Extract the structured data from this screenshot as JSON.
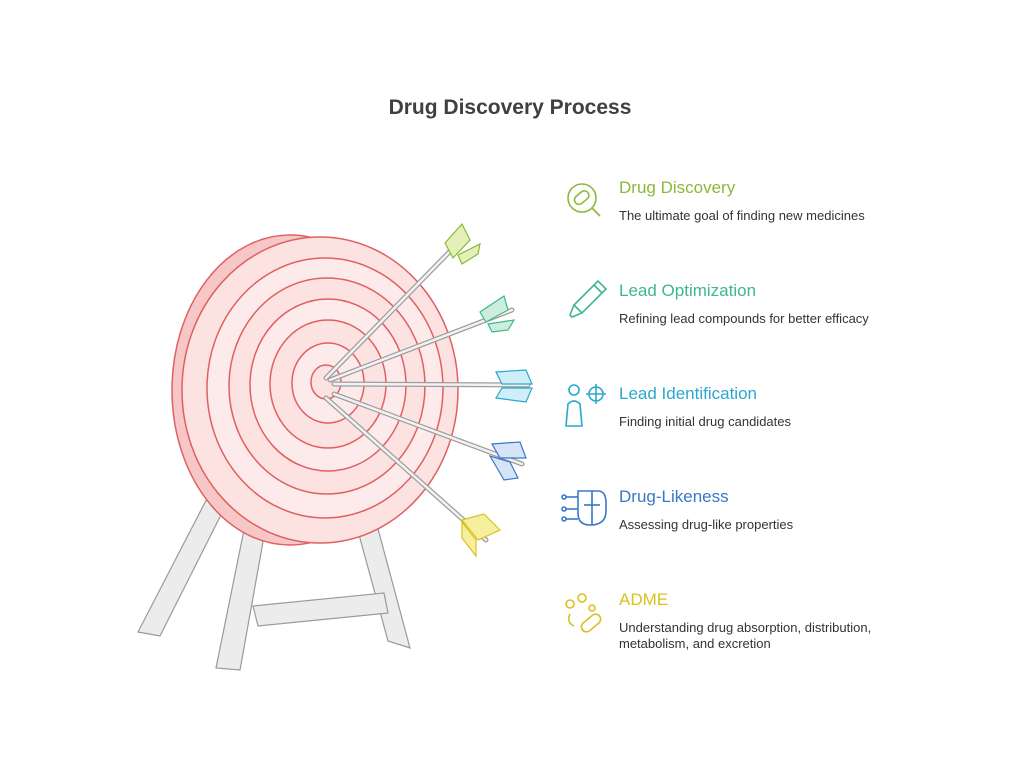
{
  "title": "Drug Discovery Process",
  "items": [
    {
      "heading": "Drug Discovery",
      "description": "The ultimate goal of finding new medicines",
      "color": "#8cb83a",
      "icon": "pill-magnifier-icon"
    },
    {
      "heading": "Lead Optimization",
      "description": "Refining lead compounds for better efficacy",
      "color": "#3db88a",
      "icon": "pencil-icon"
    },
    {
      "heading": "Lead Identification",
      "description": "Finding initial drug candidates",
      "color": "#2aa8cc",
      "icon": "person-target-icon"
    },
    {
      "heading": "Drug-Likeness",
      "description": "Assessing drug-like properties",
      "color": "#3a78c8",
      "icon": "circuit-face-icon"
    },
    {
      "heading": "ADME",
      "description": "Understanding drug absorption, distribution, metabolism, and excretion",
      "color": "#d9c21e",
      "icon": "pills-icon"
    }
  ]
}
